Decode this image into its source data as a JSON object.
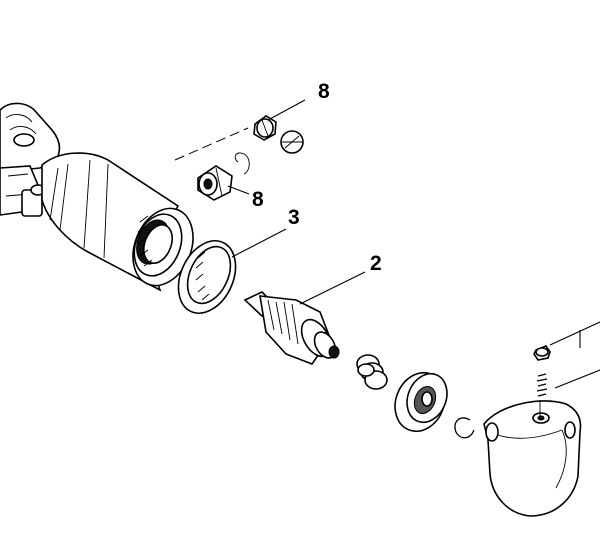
{
  "diagram": {
    "callouts": [
      {
        "id": "callout-8-top",
        "text": "8"
      },
      {
        "id": "callout-8-mid",
        "text": "8"
      },
      {
        "id": "callout-3",
        "text": "3"
      },
      {
        "id": "callout-2",
        "text": "2"
      }
    ],
    "colors": {
      "ink": "#000000",
      "background": "#ffffff"
    }
  }
}
